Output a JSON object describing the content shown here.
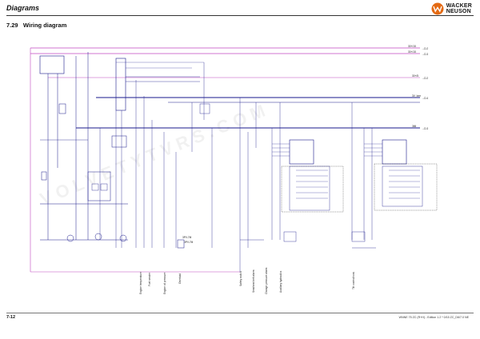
{
  "header": {
    "title": "Diagrams",
    "brand_line1": "WACKER",
    "brand_line2": "NEUSON"
  },
  "section": {
    "number": "7.29",
    "title": "Wiring diagram"
  },
  "footer": {
    "page": "7-12",
    "doc": "WNNE 75 ZC (R+H) - Edition 1.2 * 0/15 ZC_D6/7.0 NE"
  },
  "watermark": "VOLVETYTVRS.COM",
  "diagram": {
    "connectors": [
      {
        "id": "bus-top-1",
        "label": "30+/15",
        "ref": "→D.2"
      },
      {
        "id": "bus-top-2",
        "label": "30+/15",
        "ref": "→D.3"
      },
      {
        "id": "bus-mid-1",
        "label": "30+/5",
        "ref": "→D.2"
      },
      {
        "id": "bus-mid-2",
        "label": "3V_brm",
        "ref": "→D.4"
      },
      {
        "id": "bus-mid-3",
        "label": "3MI",
        "ref": "→D.3"
      }
    ],
    "component_labels": [
      "Engine temperature",
      "Fuel sender",
      "Engine oil pressure",
      "Overload",
      "Safety switch",
      "Seat/seat belt alarm",
      "Change pressure alarm",
      "Auxiliary hydraulics",
      "Tilt control/cont.",
      "3PV-7M",
      "3PV-7M"
    ],
    "colors": {
      "wire": "#1a1a8c",
      "wire_alt": "#c048c0",
      "ink": "#111111"
    }
  }
}
